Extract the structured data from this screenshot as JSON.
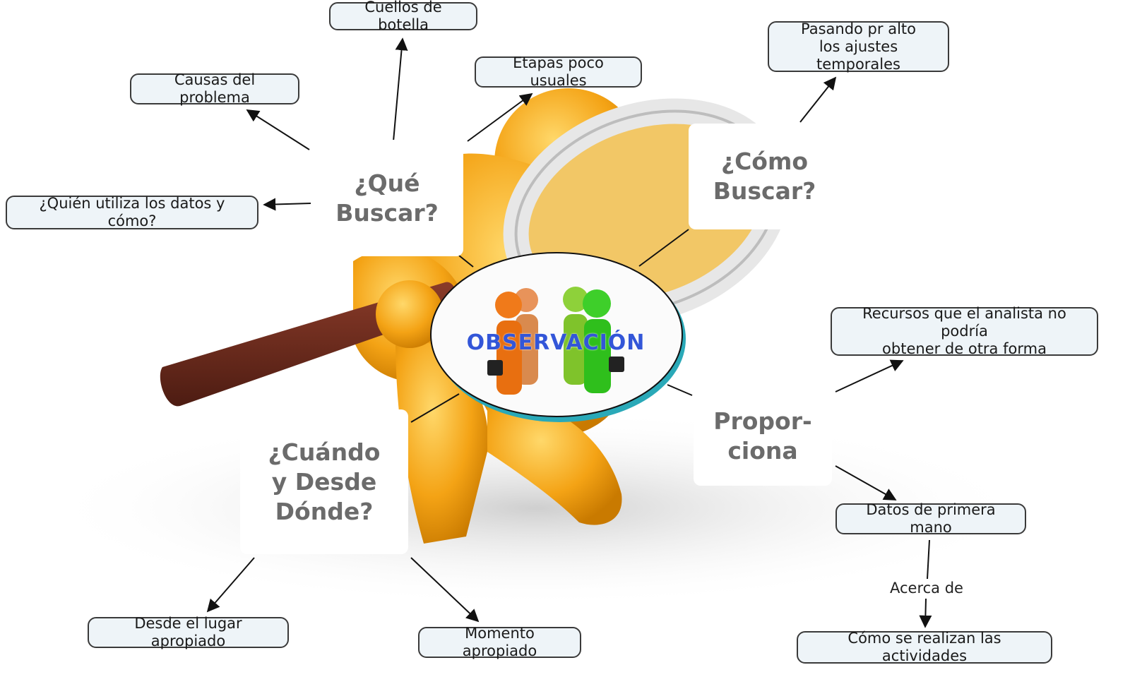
{
  "center": {
    "title": "OBSERVACIÓN"
  },
  "hubs": {
    "que": "¿Qué\nBuscar?",
    "como": "¿Cómo\nBuscar?",
    "cuando": "¿Cuándo\ny Desde\nDónde?",
    "proporciona": "Propor-\nciona"
  },
  "concepts": {
    "cuellos": "Cuellos de botella",
    "causas": "Causas del problema",
    "etapas": "Etapas poco usuales",
    "quien": "¿Quién utiliza los datos y cómo?",
    "pasando": "Pasando pr alto\nlos ajustes temporales",
    "recursos": "Recursos que el analista no podría\nobtener de otra forma",
    "datos": "Datos de primera mano",
    "actividades": "Cómo se realizan las actividades",
    "lugar": "Desde el lugar apropiado",
    "momento": "Momento apropiado"
  },
  "link_labels": {
    "acerca": "Acerca de"
  },
  "colors": {
    "figure": "#f4a315",
    "handle": "#6b2a1c",
    "accent": "#3356d8",
    "ring": "#2aa9b8"
  }
}
